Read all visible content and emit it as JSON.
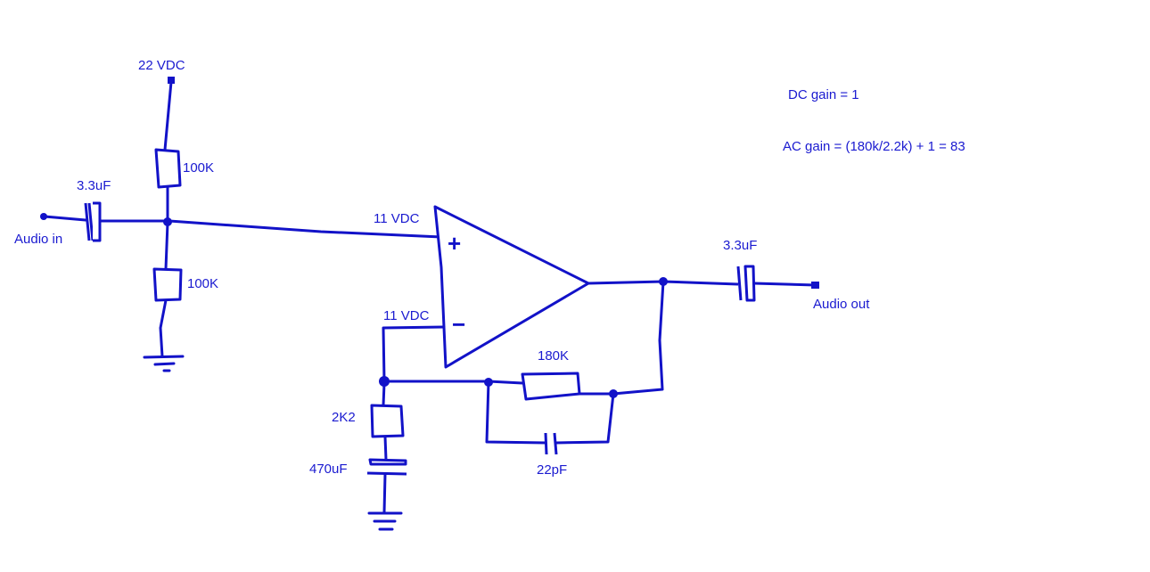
{
  "labels": {
    "supply_top": "22 VDC",
    "r_top": "100K",
    "r_bottom": "100K",
    "cap_in": "3.3uF",
    "input": "Audio in",
    "noninv_bias": "11 VDC",
    "inv_bias": "11 VDC",
    "plus_sign": "+",
    "minus_sign": "−",
    "r_feedback": "180K",
    "c_feedback": "22pF",
    "r_gain": "2K2",
    "c_gain": "470uF",
    "cap_out": "3.3uF",
    "output": "Audio out"
  },
  "notes": {
    "dc_gain": "DC gain = 1",
    "ac_gain": "AC gain = (180k/2.2k) + 1 = 83"
  },
  "colors": {
    "ink": "#1212c8",
    "background": "#ffffff"
  }
}
